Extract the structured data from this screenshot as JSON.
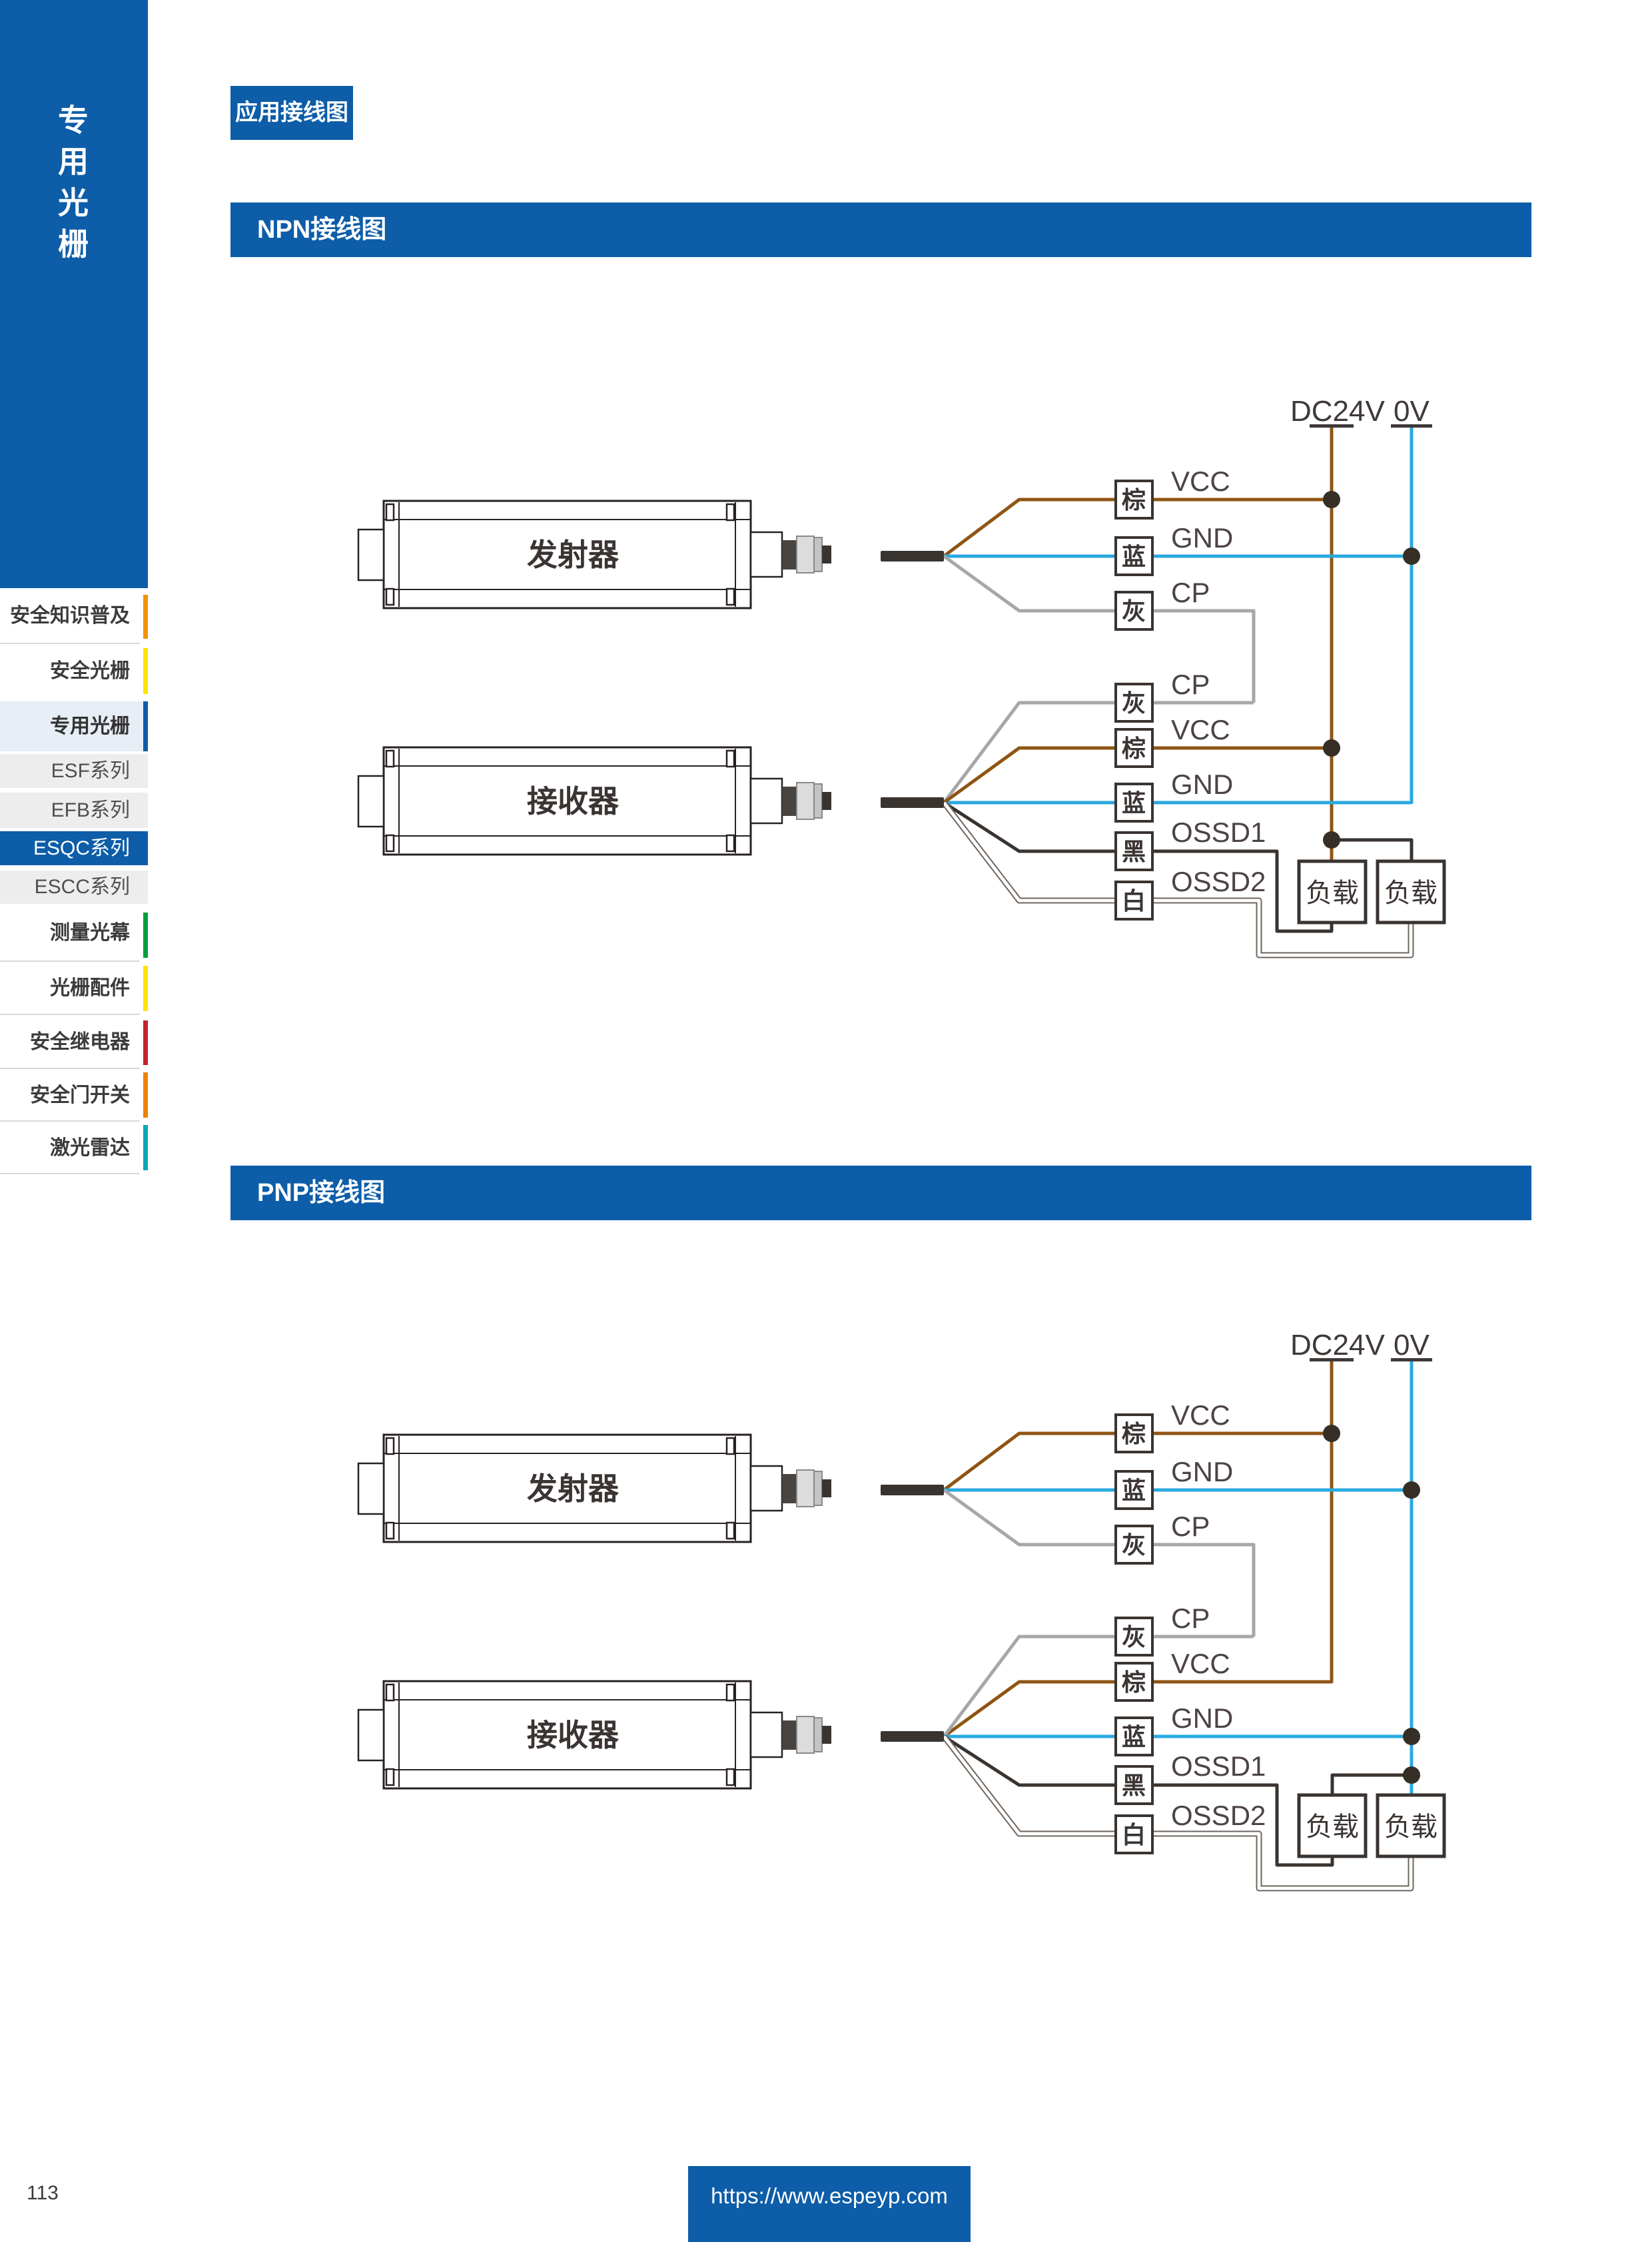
{
  "sidebar": {
    "vertical_title": "专用光栅",
    "items": [
      {
        "label": "安全知识普及",
        "accent": "#f39200"
      },
      {
        "label": "安全光栅",
        "accent": "#ffe300"
      },
      {
        "label": "专用光栅",
        "accent": "#0d5da8"
      },
      {
        "label": "ESF系列",
        "accent": null
      },
      {
        "label": "EFB系列",
        "accent": null
      },
      {
        "label": "ESQC系列",
        "accent": null
      },
      {
        "label": "ESCC系列",
        "accent": null
      },
      {
        "label": "测量光幕",
        "accent": "#00a03c"
      },
      {
        "label": "光栅配件",
        "accent": "#ffe300"
      },
      {
        "label": "安全继电器",
        "accent": "#c5232d"
      },
      {
        "label": "安全门开关",
        "accent": "#ef8200"
      },
      {
        "label": "激光雷达",
        "accent": "#00a9b7"
      }
    ]
  },
  "page": {
    "badge": "应用接线图",
    "section_npn": "NPN接线图",
    "section_pnp": "PNP接线图",
    "page_number": "113",
    "footer_url": "https://www.espeyp.com"
  },
  "diagram": {
    "power_24v": "DC24V",
    "power_0v": "0V",
    "transmitter": "发射器",
    "receiver": "接收器",
    "load": "负载",
    "wire_colors": {
      "brown": "棕",
      "blue": "蓝",
      "gray": "灰",
      "black": "黑",
      "white": "白"
    },
    "signals": {
      "vcc": "VCC",
      "gnd": "GND",
      "cp": "CP",
      "ossd1": "OSSD1",
      "ossd2": "OSSD2"
    }
  },
  "colors": {
    "brand_blue": "#0d5da8",
    "light_blue_bg": "#e8eef6",
    "sub_item_bg": "#ededed",
    "wire_brown": "#8f5514",
    "wire_cyan": "#29a9e0",
    "wire_gray": "#a8a6a6",
    "wire_dark": "#3a3431",
    "accent_orange": "#f39200",
    "accent_yellow": "#ffe300",
    "accent_green": "#00a03c",
    "accent_red": "#c5232d",
    "accent_orange2": "#ef8200",
    "accent_teal": "#00a9b7"
  }
}
